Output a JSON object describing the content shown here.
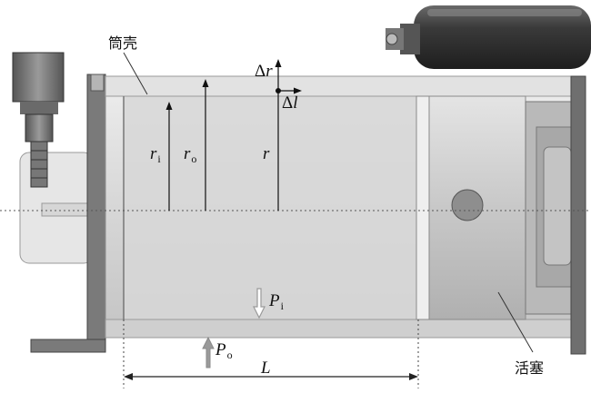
{
  "labels": {
    "shell": "筒壳",
    "piston": "活塞",
    "delta_r": {
      "prefix": "Δ",
      "symbol": "r"
    },
    "delta_l": {
      "prefix": "Δ",
      "symbol": "l"
    },
    "r_i": {
      "symbol": "r",
      "sub": "i"
    },
    "r_o": {
      "symbol": "r",
      "sub": "o"
    },
    "r": {
      "symbol": "r"
    },
    "p_i": {
      "symbol": "P",
      "sub": "i"
    },
    "p_o": {
      "symbol": "P",
      "sub": "o"
    },
    "length": {
      "symbol": "L"
    }
  },
  "colors": {
    "shell_body": "#dcdcdc",
    "shell_edge": "#8c8c8c",
    "flange": "#7a7a7a",
    "piston": "#c9c9c9",
    "rod": "#3a3a3a",
    "fitting": "#6e6e6e",
    "annotation": "#111111",
    "pressure_arrow": "#9a9a9a"
  }
}
